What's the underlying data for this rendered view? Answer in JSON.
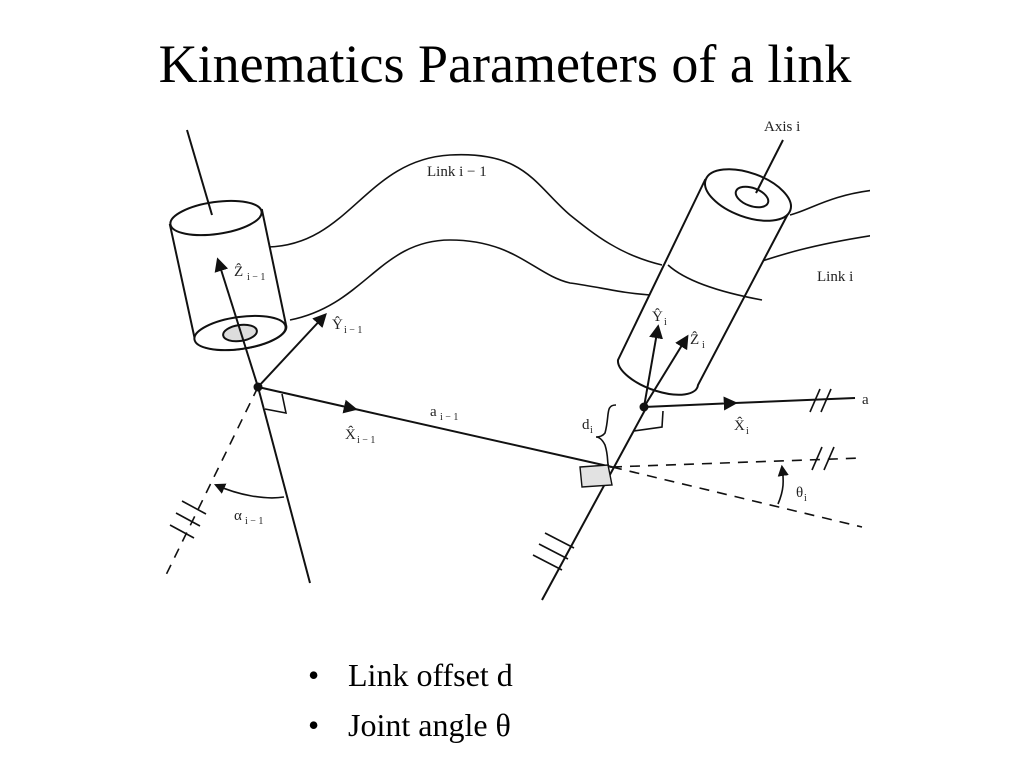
{
  "title": "Kinematics Parameters of a link",
  "figure": {
    "axis_label": "Axis i",
    "link_prev_label": "Link i − 1",
    "link_label": "Link i",
    "z_prev_label": "Ẑ",
    "z_prev_sub": "i − 1",
    "y_prev_label": "Ŷ",
    "y_prev_sub": "i − 1",
    "x_prev_label": "X̂",
    "x_prev_sub": "i − 1",
    "a_prev_label": "a",
    "a_prev_sub": "i − 1",
    "alpha_prev_label": "α",
    "alpha_prev_sub": "i − 1",
    "y_i_label": "Ŷ",
    "y_i_sub": "i",
    "z_i_label": "Ẑ",
    "z_i_sub": "i",
    "x_i_label": "X̂",
    "x_i_sub": "i",
    "d_label": "d",
    "d_sub": "i",
    "a_i_label": "a",
    "a_i_sub": "i",
    "theta_label": "θ",
    "theta_sub": "i"
  },
  "bullets": [
    {
      "marker": "•",
      "text": "Link offset d"
    },
    {
      "marker": "•",
      "text": "Joint angle θ"
    }
  ]
}
